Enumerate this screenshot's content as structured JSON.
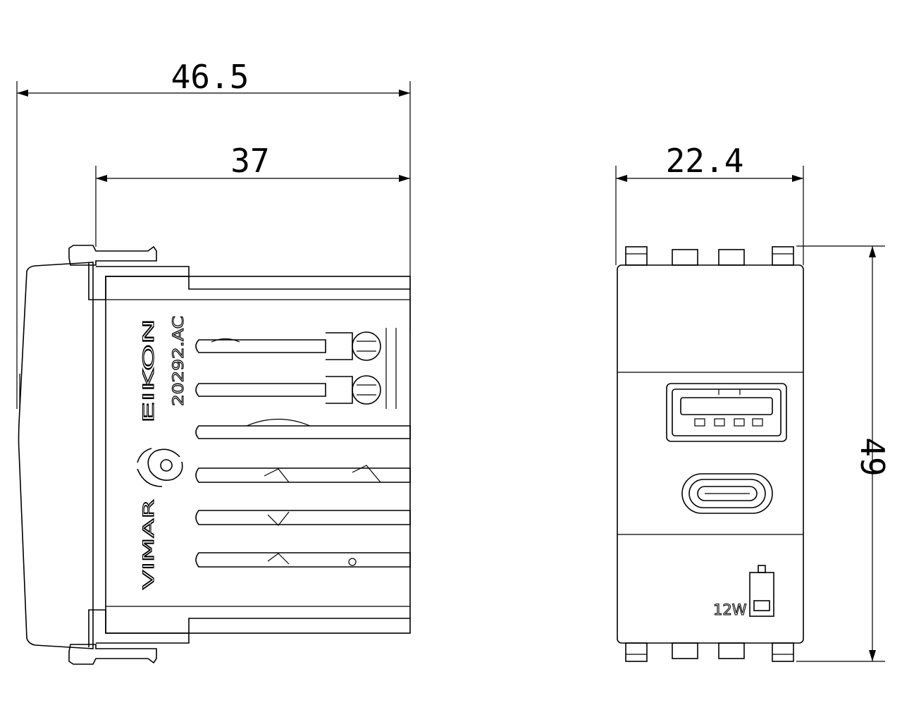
{
  "dimensions": {
    "overall_depth": "46.5",
    "body_depth": "37",
    "front_width": "22.4",
    "front_height": "49"
  },
  "side_view": {
    "brand_series": "EIKON",
    "product_code": "20292.AC",
    "brand_name": "VIMAR"
  },
  "front_view": {
    "power_label": "12W",
    "ports": [
      "usb-a",
      "usb-c"
    ],
    "indicator": "battery-icon"
  }
}
